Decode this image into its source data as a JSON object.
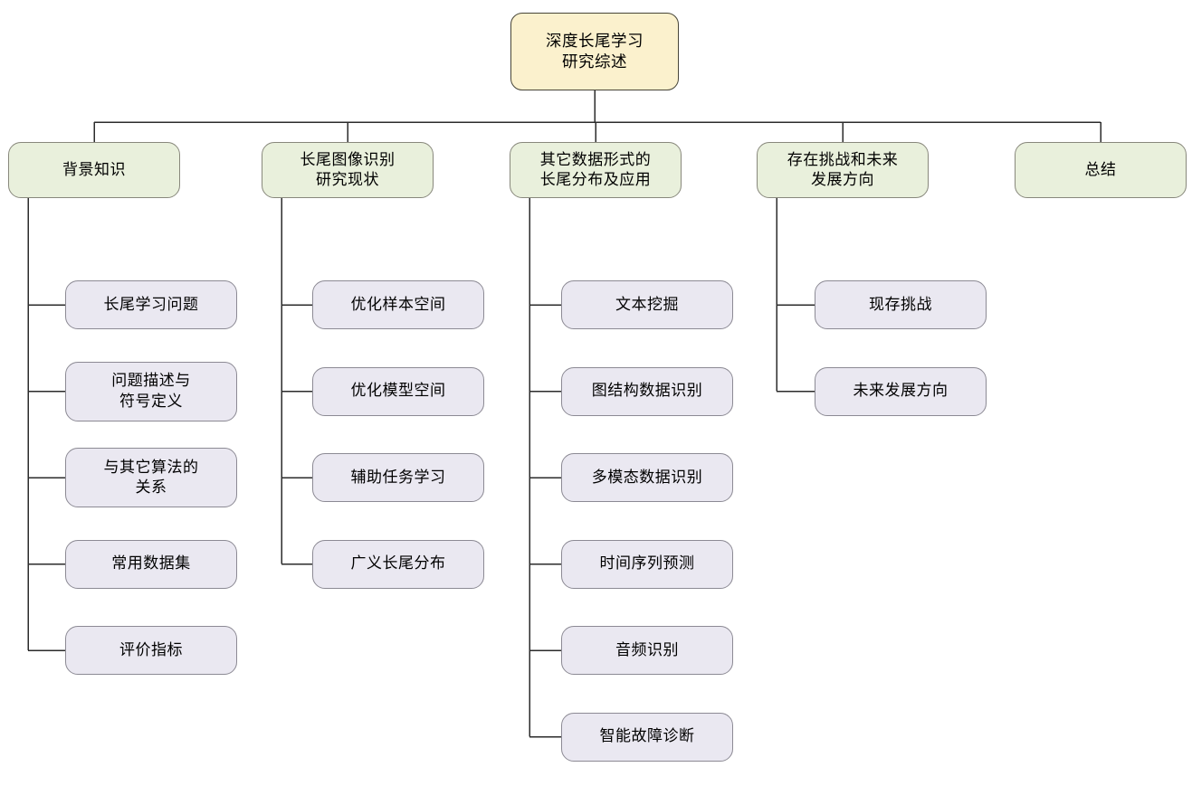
{
  "colors": {
    "root_fill": "#fbf1cd",
    "root_stroke": "#474538",
    "branch_fill": "#e9f0dc",
    "branch_stroke": "#88887c",
    "leaf_fill": "#eae8f1",
    "leaf_stroke": "#8c8a94",
    "connector": "#2b2b2b",
    "background": "#ffffff",
    "text": "#000000"
  },
  "diagram": {
    "type": "tree-mindmap",
    "root": {
      "id": "root",
      "label": [
        "深度长尾学习",
        "研究综述"
      ]
    },
    "branches": [
      {
        "id": "background-knowledge",
        "label": [
          "背景知识"
        ],
        "children": [
          {
            "id": "longtail-learning-problem",
            "label": [
              "长尾学习问题"
            ]
          },
          {
            "id": "problem-description-notation",
            "label": [
              "问题描述与",
              "符号定义"
            ]
          },
          {
            "id": "relation-to-other-algorithms",
            "label": [
              "与其它算法的",
              "关系"
            ]
          },
          {
            "id": "common-datasets",
            "label": [
              "常用数据集"
            ]
          },
          {
            "id": "evaluation-metrics",
            "label": [
              "评价指标"
            ]
          }
        ]
      },
      {
        "id": "longtail-image-recognition-status",
        "label": [
          "长尾图像识别",
          "研究现状"
        ],
        "children": [
          {
            "id": "optimize-sample-space",
            "label": [
              "优化样本空间"
            ]
          },
          {
            "id": "optimize-model-space",
            "label": [
              "优化模型空间"
            ]
          },
          {
            "id": "auxiliary-task-learning",
            "label": [
              "辅助任务学习"
            ]
          },
          {
            "id": "generalized-longtail-distribution",
            "label": [
              "广义长尾分布"
            ]
          }
        ]
      },
      {
        "id": "other-data-forms-applications",
        "label": [
          "其它数据形式的",
          "长尾分布及应用"
        ],
        "children": [
          {
            "id": "text-mining",
            "label": [
              "文本挖掘"
            ]
          },
          {
            "id": "graph-structured-data-recognition",
            "label": [
              "图结构数据识别"
            ]
          },
          {
            "id": "multimodal-data-recognition",
            "label": [
              "多模态数据识别"
            ]
          },
          {
            "id": "time-series-forecasting",
            "label": [
              "时间序列预测"
            ]
          },
          {
            "id": "audio-recognition",
            "label": [
              "音频识别"
            ]
          },
          {
            "id": "intelligent-fault-diagnosis",
            "label": [
              "智能故障诊断"
            ]
          }
        ]
      },
      {
        "id": "challenges-and-future",
        "label": [
          "存在挑战和未来",
          "发展方向"
        ],
        "children": [
          {
            "id": "existing-challenges",
            "label": [
              "现存挑战"
            ]
          },
          {
            "id": "future-directions",
            "label": [
              "未来发展方向"
            ]
          }
        ]
      },
      {
        "id": "summary",
        "label": [
          "总结"
        ],
        "children": []
      }
    ]
  }
}
